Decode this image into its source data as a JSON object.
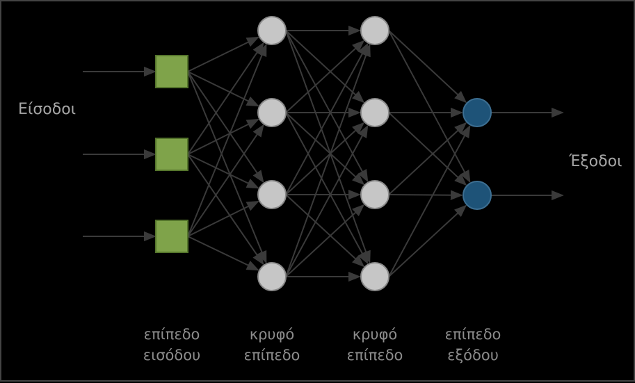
{
  "labels": {
    "inputs": "Είσοδοι",
    "outputs": "Έξοδοι"
  },
  "layers": [
    {
      "line1": "επίπεδο",
      "line2": "εισόδου",
      "kind": "square",
      "count": 3
    },
    {
      "line1": "κρυφό",
      "line2": "επίπεδο",
      "kind": "circle",
      "count": 4
    },
    {
      "line1": "κρυφό",
      "line2": "επίπεδο",
      "kind": "circle",
      "count": 4
    },
    {
      "line1": "επίπεδο",
      "line2": "εξόδου",
      "kind": "circle",
      "count": 2
    }
  ],
  "colors": {
    "input_node": "#7fa34a",
    "input_node_border": "#55752c",
    "hidden_node": "#c6c6c6",
    "hidden_node_border": "#8a8a8a",
    "output_node": "#1e5378",
    "output_node_border": "#3d6f92",
    "edge": "#3a3a3a",
    "label": "#8c8c8c"
  }
}
